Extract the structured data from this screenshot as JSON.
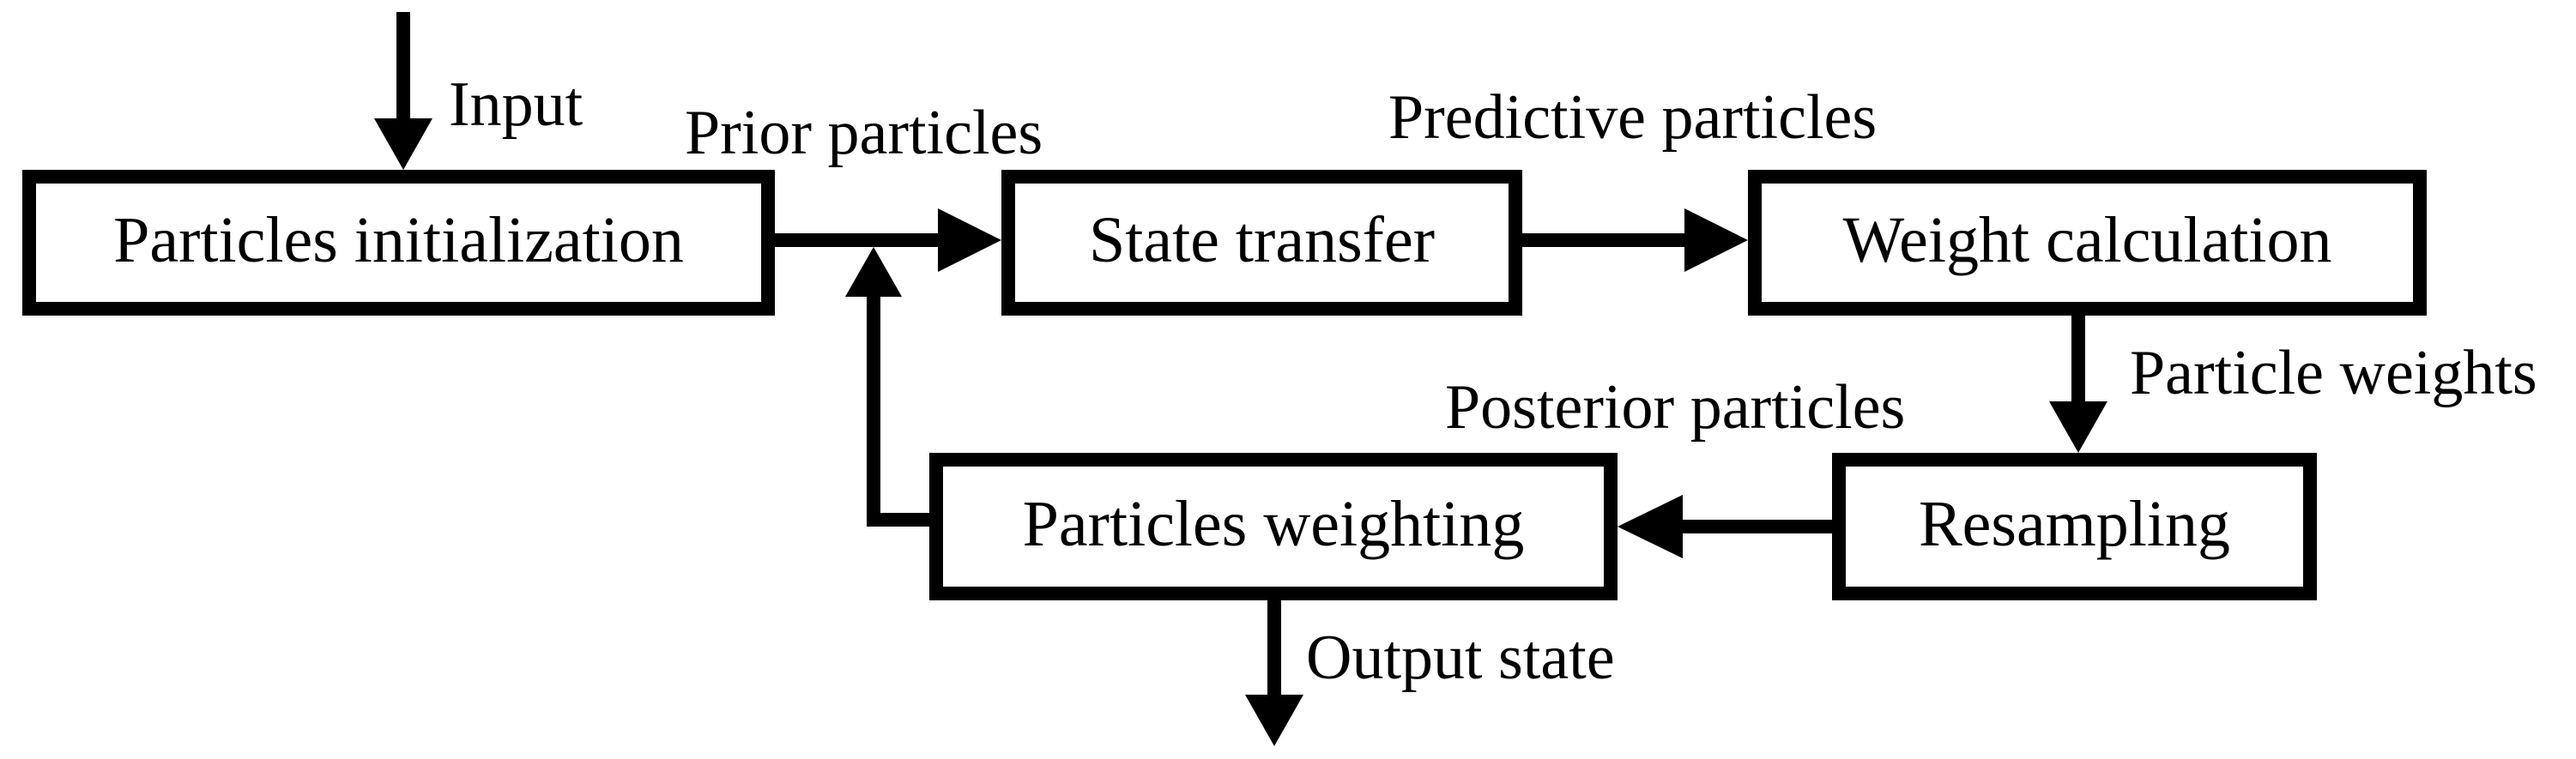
{
  "colors": {
    "stroke": "#000000",
    "background": "#ffffff"
  },
  "nodes": {
    "particles_initialization": "Particles initialization",
    "state_transfer": "State transfer",
    "weight_calculation": "Weight calculation",
    "resampling": "Resampling",
    "particles_weighting": "Particles weighting"
  },
  "labels": {
    "input": "Input",
    "prior_particles": "Prior particles",
    "predictive_particles": "Predictive particles",
    "particle_weights": "Particle weights",
    "posterior_particles": "Posterior particles",
    "output_state": "Output state"
  }
}
